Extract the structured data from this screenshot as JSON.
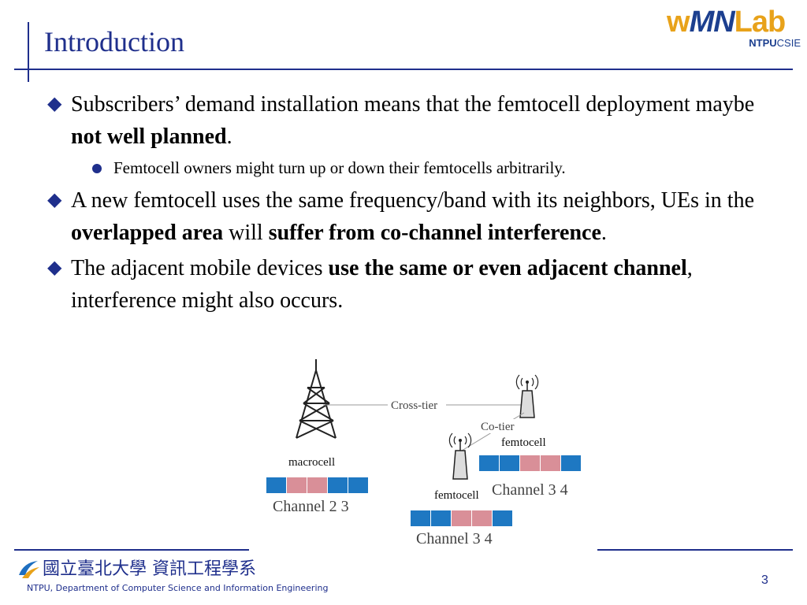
{
  "header": {
    "title": "Introduction",
    "logo": {
      "part1": "w",
      "part2": "MN",
      "part3": "Lab",
      "sub_bold": "NTPU",
      "sub": "CSIE"
    }
  },
  "bullets": [
    {
      "segments": [
        {
          "text": "Subscribers’ demand installation means that the femtocell deployment maybe ",
          "bold": false
        },
        {
          "text": "not well planned",
          "bold": true
        },
        {
          "text": ".",
          "bold": false
        }
      ],
      "sub": "Femtocell owners might turn up or down their femtocells arbitrarily."
    },
    {
      "segments": [
        {
          "text": "A new femtocell uses the same frequency/band with its neighbors, UEs in the ",
          "bold": false
        },
        {
          "text": "overlapped area",
          "bold": true
        },
        {
          "text": " will ",
          "bold": false
        },
        {
          "text": "suffer from co-channel interference",
          "bold": true
        },
        {
          "text": ".",
          "bold": false
        }
      ]
    },
    {
      "segments": [
        {
          "text": "The adjacent mobile devices ",
          "bold": false
        },
        {
          "text": "use the same or even adjacent channel",
          "bold": true
        },
        {
          "text": ", interference might also occurs.",
          "bold": false
        }
      ]
    }
  ],
  "diagram": {
    "cross_tier": "Cross-tier",
    "co_tier": "Co-tier",
    "macrocell": "macrocell",
    "femtocell_a": "femtocell",
    "femtocell_b": "femtocell",
    "channel_macro": "Channel 2 3",
    "channel_fa": "Channel 3 4",
    "channel_fb": "Channel 3 4",
    "colors": {
      "blue": "#1e78c2",
      "pink": "#d98f98"
    }
  },
  "footer": {
    "chinese": "國立臺北大學 資訊工程學系",
    "english": "NTPU, Department of Computer Science and Information Engineering",
    "page": "3"
  }
}
